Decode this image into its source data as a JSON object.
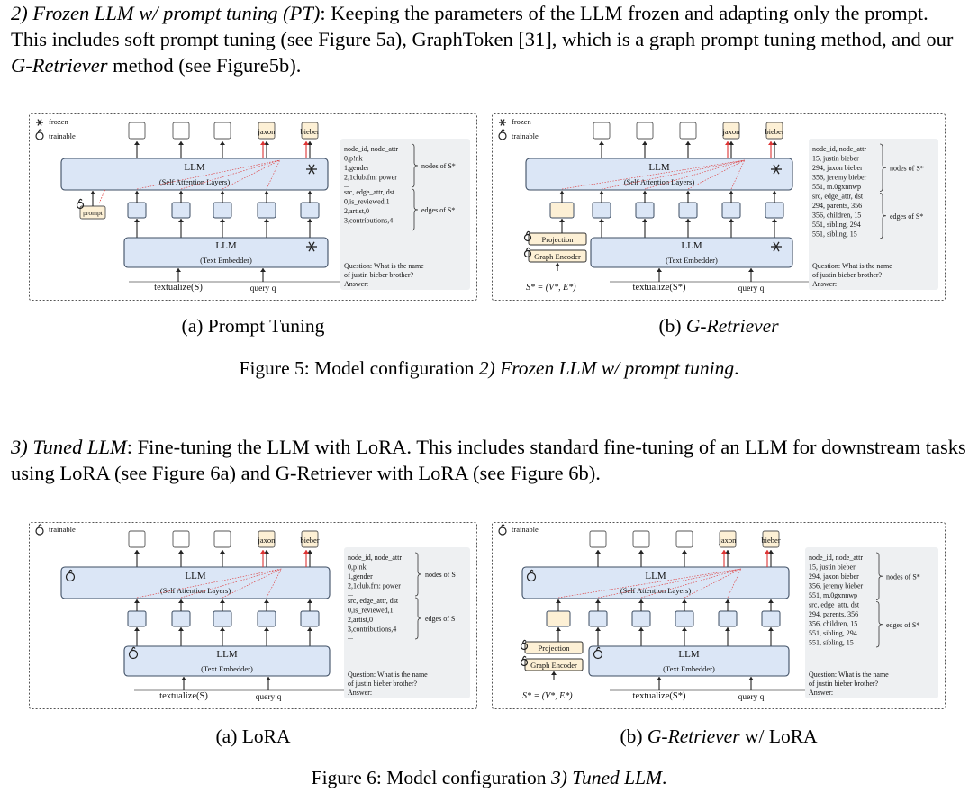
{
  "para1": {
    "heading": "2) Frozen LLM w/ prompt tuning (PT)",
    "text_a": ": Keeping the parameters of the LLM frozen and adapting only the prompt. This includes soft prompt tuning (see Figure 5a), GraphToken [31], which is a graph prompt tuning method, and our ",
    "method": "G-Retriever",
    "text_b": " method (see Figure5b)."
  },
  "para2": {
    "heading": "3) Tuned LLM",
    "text": ": Fine-tuning the LLM with LoRA. This includes standard fine-tuning of an LLM for downstream tasks using LoRA (see Figure 6a) and G-Retriever with LoRA (see Figure 6b)."
  },
  "fig5": {
    "sub_a": "(a) Prompt Tuning",
    "sub_b_prefix": "(b) ",
    "sub_b_ital": "G-Retriever",
    "caption_prefix": "Figure 5: Model configuration ",
    "caption_ital": "2) Frozen LLM w/ prompt tuning",
    "caption_suffix": "."
  },
  "fig6": {
    "sub_a": "(a) LoRA",
    "sub_b_prefix": "(b) ",
    "sub_b_ital": "G-Retriever",
    "sub_b_suffix": " w/ LoRA",
    "caption_prefix": "Figure 6: Model configuration ",
    "caption_ital": "3) Tuned LLM",
    "caption_suffix": "."
  },
  "diagram": {
    "legend_frozen": "frozen",
    "legend_trainable": "trainable",
    "llm": "LLM",
    "self_attn": "(Self Attention Layers)",
    "text_embedder": "(Text Embedder)",
    "prompt": "prompt",
    "projection": "Projection",
    "graph_encoder": "Graph Encoder",
    "token_jaxon": "jaxon",
    "token_bieber": "bieber",
    "textualize": "textualize(S)",
    "textualize_star": "textualize(S*)",
    "query": "query q",
    "s_star_eq": "S* = (V*, E*)",
    "nodes_of_s_star": "nodes of S*",
    "edges_of_s_star": "edges of S*",
    "nodes_of_s": "nodes of S",
    "edges_of_s": "edges of S",
    "ellipsis": "...",
    "question_1": "Question: What is the name",
    "question_2": "of justin bieber brother?",
    "answer": "Answer:",
    "left_nodes": [
      "node_id, node_attr",
      "0,p!nk",
      "1,gender",
      "2,1club.fm: power"
    ],
    "left_edges": [
      "src, edge_attr, dst",
      "0,is_reviewed,1",
      "2,artist,0",
      "3,contributions,4"
    ],
    "right_nodes": [
      "node_id, node_attr",
      "15, justin bieber",
      "294, jaxon bieber",
      "356, jeremy bieber",
      "551, m.0gxnnwp"
    ],
    "right_edges": [
      "src, edge_attr, dst",
      "294, parents, 356",
      "356, children, 15",
      "551, sibling, 294",
      "551, sibling, 15"
    ]
  }
}
